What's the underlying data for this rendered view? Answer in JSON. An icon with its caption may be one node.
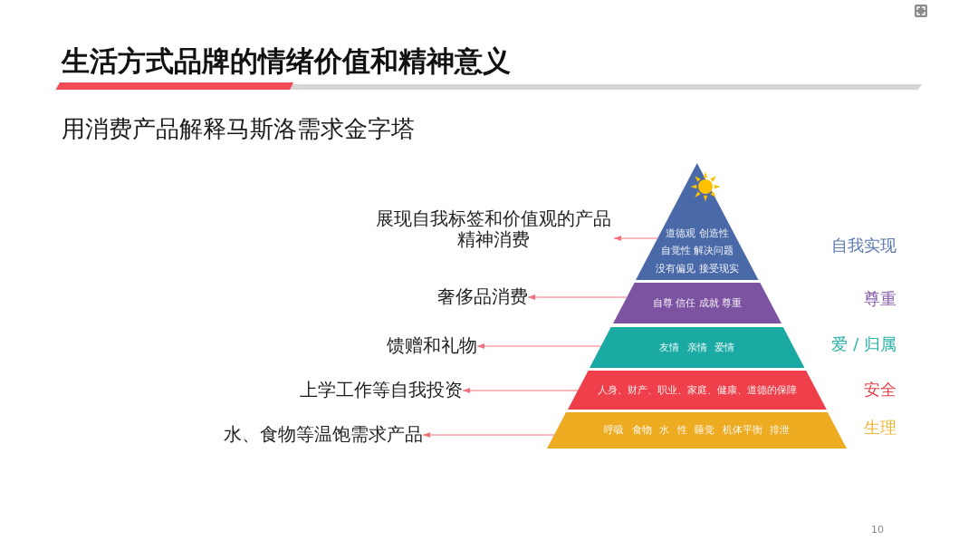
{
  "diagram": {
    "title": "生活方式品牌的情绪价值和精神意义",
    "nodes": [
      {
        "text": [
          "道德观 创造性",
          "自觉性 解决问题",
          "没有偏见 接受现实"
        ]
      },
      {
        "text": [
          "自尊 信任 成就 尊重"
        ]
      },
      {
        "text": [
          "友情 亲情 爱情"
        ]
      },
      {
        "text": [
          "人身、财产、职业、家庭、健康、道德的保障"
        ]
      },
      {
        "text": [
          "呼吸 食物 水 性 睡觉 机体平衡 排泄"
        ]
      },
      {
        "text": [
          "展现自我标签和价值观的产品精神消费"
        ]
      },
      {
        "text": [
          "奢侈品消费"
        ]
      },
      {
        "text": [
          "馈赠和礼物"
        ]
      },
      {
        "text": [
          "上学工作等自我投资"
        ]
      },
      {
        "text": [
          "水、食物等温饱需求产品"
        ]
      }
    ],
    "edges": [
      {
        "from": 0,
        "to": 5,
        "arrow": "to"
      },
      {
        "from": 1,
        "to": 6,
        "arrow": "to"
      },
      {
        "from": 2,
        "to": 7,
        "arrow": "to"
      },
      {
        "from": 3,
        "to": 8,
        "arrow": "to"
      },
      {
        "from": 4,
        "to": 9,
        "arrow": "to"
      }
    ],
    "labels": [
      "用消费产品解释马斯洛需求金字塔",
      "自我实现",
      "尊重",
      "爱 / 归属",
      "安全",
      "生理",
      "10"
    ]
  }
}
